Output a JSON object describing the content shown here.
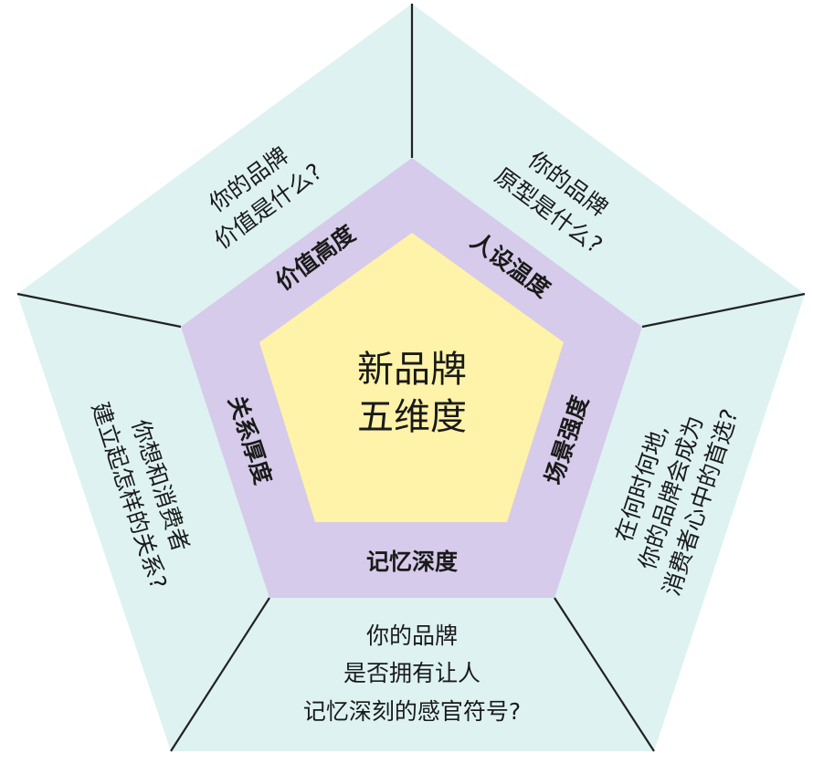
{
  "colors": {
    "outer_fill": "#DDF2F1",
    "middle_fill": "#D6CBEA",
    "inner_fill": "#FEF3A8",
    "divider": "#222222",
    "text": "#1a1a1a"
  },
  "center": {
    "line1": "新品牌",
    "line2": "五维度"
  },
  "dimensions": {
    "value_height": "价值高度",
    "persona_warmth": "人设温度",
    "scene_strength": "场景强度",
    "memory_depth": "记忆深度",
    "relationship_thickness": "关系厚度"
  },
  "questions": {
    "value": {
      "line1": "你的品牌",
      "line2": "价值是什么?"
    },
    "persona": {
      "line1": "你的品牌",
      "line2": "原型是什么?"
    },
    "scene": {
      "line1": "在何时何地,",
      "line2": "你的品牌会成为",
      "line3": "消费者心中的首选?"
    },
    "memory": {
      "line1": "你的品牌",
      "line2": "是否拥有让人",
      "line3": "记忆深刻的感官符号?"
    },
    "relationship": {
      "line1": "你想和消费者",
      "line2": "建立起怎样的关系?"
    }
  }
}
